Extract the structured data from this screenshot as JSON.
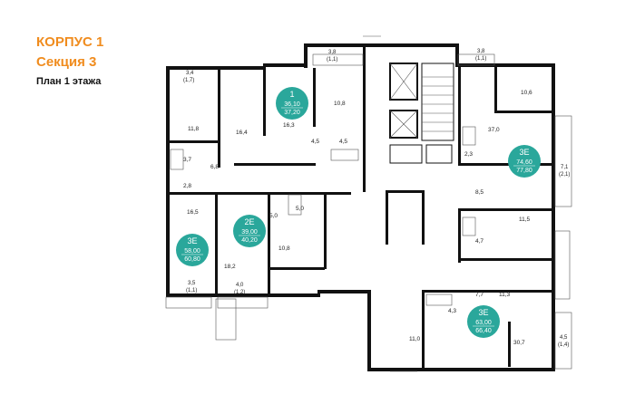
{
  "header": {
    "building": "КОРПУС 1",
    "section": "Секция 3",
    "plan_title": "План 1 этажа"
  },
  "colors": {
    "accent": "#f08c1e",
    "badge": "#2aa79b",
    "wall": "#111111"
  },
  "badges": [
    {
      "type": "1",
      "area": "36,10",
      "total": "37,20"
    },
    {
      "type": "2Е",
      "area": "39,00",
      "total": "40,20"
    },
    {
      "type": "3Е",
      "area": "58,00",
      "total": "60,80"
    },
    {
      "type": "3Е",
      "area": "74,60",
      "total": "77,80"
    },
    {
      "type": "3Е",
      "area": "63,00",
      "total": "66,40"
    }
  ],
  "rooms": {
    "r1": "11,8",
    "r2": "16,4",
    "r3": "16,3",
    "r4": "10,8",
    "r5": "4,5",
    "r6": "4,5",
    "r7": "6,8",
    "r8": "3,7",
    "r9": "2,8",
    "r10": "16,5",
    "r11": "5,0",
    "r12": "5,0",
    "r13": "10,8",
    "r14": "18,2",
    "r15": "10,6",
    "r16": "37,0",
    "r17": "2,3",
    "r18": "8,5",
    "r19": "11,5",
    "r20": "4,7",
    "r21": "7,7",
    "r22": "11,3",
    "r23": "4,3",
    "r24": "11,0",
    "r25": "30,7"
  },
  "balconies": {
    "b1": "3,4",
    "b1s": "(1,7)",
    "b2": "3,8",
    "b2s": "(1,1)",
    "b3": "3,8",
    "b3s": "(1,1)",
    "b4": "7,1",
    "b4s": "(2,1)",
    "b5": "3,5",
    "b5s": "(1,1)",
    "b6": "4,0",
    "b6s": "(1,2)",
    "b7": "4,5",
    "b7s": "(1,4)"
  }
}
